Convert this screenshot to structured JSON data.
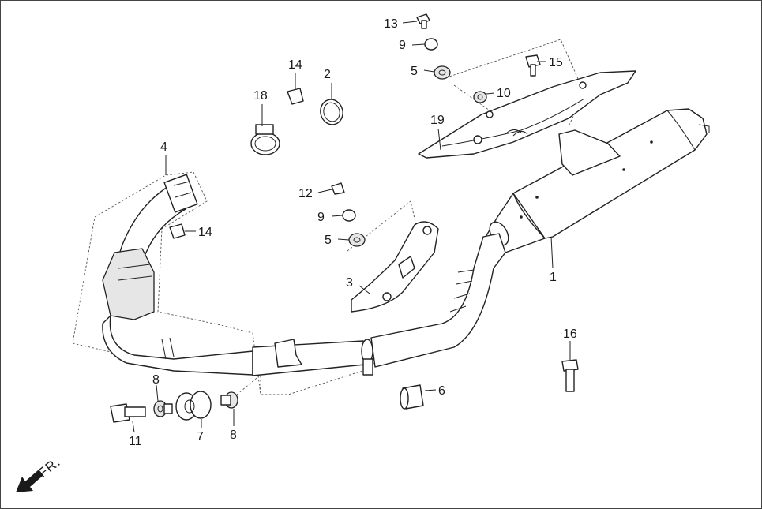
{
  "diagram": {
    "direction_label": "FR.",
    "callouts": [
      {
        "id": "c1",
        "label": "1"
      },
      {
        "id": "c2",
        "label": "2"
      },
      {
        "id": "c3",
        "label": "3"
      },
      {
        "id": "c4",
        "label": "4"
      },
      {
        "id": "c5a",
        "label": "5"
      },
      {
        "id": "c5b",
        "label": "5"
      },
      {
        "id": "c6",
        "label": "6"
      },
      {
        "id": "c7",
        "label": "7"
      },
      {
        "id": "c8a",
        "label": "8"
      },
      {
        "id": "c8b",
        "label": "8"
      },
      {
        "id": "c9a",
        "label": "9"
      },
      {
        "id": "c9b",
        "label": "9"
      },
      {
        "id": "c10",
        "label": "10"
      },
      {
        "id": "c11",
        "label": "11"
      },
      {
        "id": "c12",
        "label": "12"
      },
      {
        "id": "c13",
        "label": "13"
      },
      {
        "id": "c14a",
        "label": "14"
      },
      {
        "id": "c14b",
        "label": "14"
      },
      {
        "id": "c15",
        "label": "15"
      },
      {
        "id": "c16",
        "label": "16"
      },
      {
        "id": "c18",
        "label": "18"
      },
      {
        "id": "c19",
        "label": "19"
      }
    ]
  }
}
